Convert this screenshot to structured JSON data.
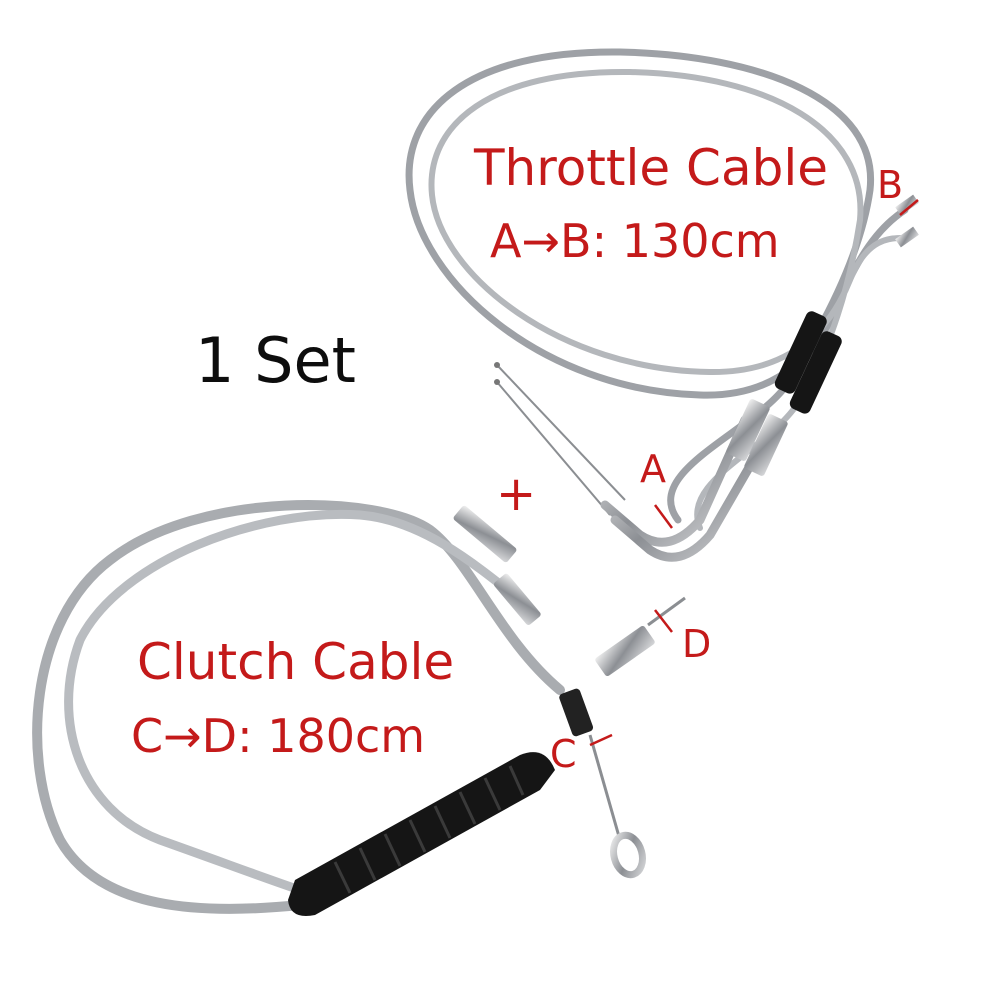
{
  "product": {
    "set_label": "1 Set",
    "plus_sign": "+",
    "throttle_cable": {
      "title": "Throttle Cable",
      "length_label": "A→B: 130cm",
      "start_point": "A",
      "end_point": "B"
    },
    "clutch_cable": {
      "title": "Clutch Cable",
      "length_label": "C→D: 180cm",
      "start_point": "C",
      "end_point": "D"
    }
  },
  "colors": {
    "annotation_red": "#c41a1a",
    "cable_braid": "#a9acb0",
    "rubber_boot": "#151515",
    "background": "#ffffff"
  }
}
